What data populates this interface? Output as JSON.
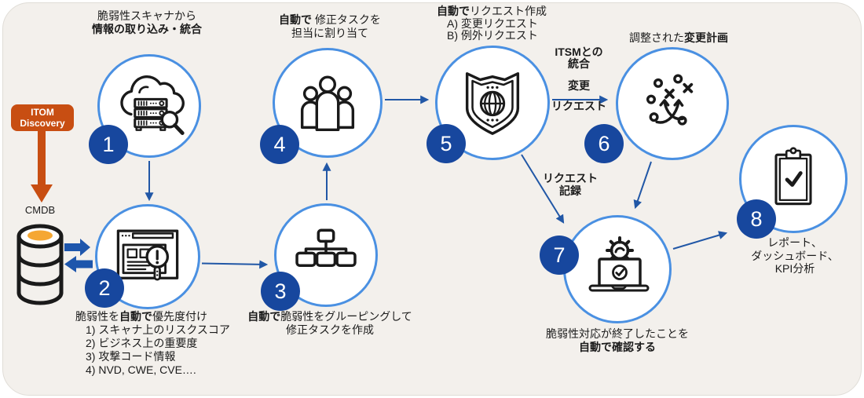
{
  "colors": {
    "background": "#f3f0ec",
    "card_border": "#e0ddd7",
    "circle_stroke": "#4a90e2",
    "badge": "#17479e",
    "arrow": "#2157a6",
    "block_arrow": "#1e56ac",
    "orange": "#c84e12",
    "db_fill": "#f5a733",
    "icon": "#1a1a1a",
    "text": "#1b1b1b"
  },
  "itom_box": {
    "line1": "ITOM",
    "line2": "Discovery"
  },
  "cmdb_label": "CMDB",
  "badges": {
    "s1": "1",
    "s2": "2",
    "s3": "3",
    "s4": "4",
    "s5": "5",
    "s6": "6",
    "s7": "7",
    "s8": "8"
  },
  "captions": {
    "step1": {
      "line1": "脆弱性スキャナから",
      "line2_bold": "情報の取り込み・統合"
    },
    "step2": {
      "pre": "脆弱性を",
      "bold": "自動で",
      "post": "優先度付け",
      "items": [
        "1) スキャナ上のリスクスコア",
        "2) ビジネス上の重要度",
        "3) 攻撃コード情報",
        "4) NVD, CWE, CVE…."
      ]
    },
    "step3": {
      "bold": "自動で",
      "line1_rest": "脆弱性をグルーピングして",
      "line2": "修正タスクを作成"
    },
    "step4": {
      "bold": "自動で",
      "line1_rest": " 修正タスクを",
      "line2": "担当に割り当て"
    },
    "step5": {
      "bold": "自動で",
      "line1_rest": "リクエスト作成",
      "item_a": "A) 変更リクエスト",
      "item_b": "B) 例外リクエスト"
    },
    "step6": {
      "pre": "調整された",
      "bold": "変更計画"
    },
    "step7": {
      "line1": "脆弱性対応が終了したことを",
      "line2_bold": "自動で確認する"
    },
    "step8": {
      "line1": "レポート、",
      "line2": "ダッシュボード、",
      "line3": "KPI分析"
    }
  },
  "edge_labels": {
    "itsm_line1": "ITSMとの",
    "itsm_line2": "統合",
    "change_line1": "変更",
    "change_line2": "リクエスト",
    "record_line1": "リクエスト",
    "record_line2": "記録"
  },
  "icons": {
    "step1": "cloud-server-scan-icon",
    "step2": "vulnerability-browser-icon",
    "step3": "grouping-hierarchy-icon",
    "step4": "team-icon",
    "step5": "shield-globe-icon",
    "step6": "change-plan-strategy-icon",
    "step7": "laptop-gear-check-icon",
    "step8": "clipboard-check-icon",
    "cmdb": "database-icon",
    "sync": "sync-block-arrows-icon",
    "itom_arrow": "down-arrow-icon"
  }
}
